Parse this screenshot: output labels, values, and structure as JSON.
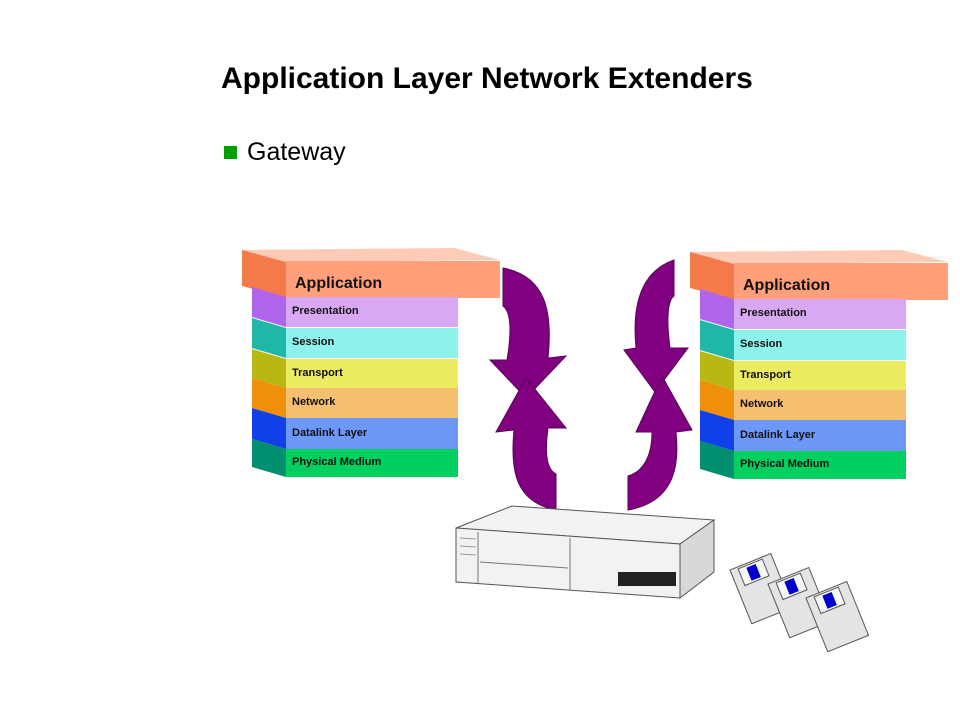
{
  "slide": {
    "title": "Application Layer Network Extenders",
    "bullet": "Gateway"
  },
  "stacks": [
    {
      "layers": [
        {
          "name": "Application",
          "color": "#ffa07a",
          "side": "#f47a4a"
        },
        {
          "name": "Presentation",
          "color": "#d9a8f4",
          "side": "#b066ec"
        },
        {
          "name": "Session",
          "color": "#8ef2ec",
          "side": "#1fb8a8"
        },
        {
          "name": "Transport",
          "color": "#ecec60",
          "side": "#b8b814"
        },
        {
          "name": "Network",
          "color": "#f6c070",
          "side": "#f0900a"
        },
        {
          "name": "Datalink Layer",
          "color": "#6e98f8",
          "side": "#1040e8"
        },
        {
          "name": "Physical Medium",
          "color": "#00d060",
          "side": "#009070"
        }
      ]
    },
    {
      "layers": [
        {
          "name": "Application",
          "color": "#ffa07a",
          "side": "#f47a4a"
        },
        {
          "name": "Presentation",
          "color": "#d9a8f4",
          "side": "#b066ec"
        },
        {
          "name": "Session",
          "color": "#8ef2ec",
          "side": "#1fb8a8"
        },
        {
          "name": "Transport",
          "color": "#ecec60",
          "side": "#b8b814"
        },
        {
          "name": "Network",
          "color": "#f6c070",
          "side": "#f0900a"
        },
        {
          "name": "Datalink Layer",
          "color": "#6e98f8",
          "side": "#1040e8"
        },
        {
          "name": "Physical Medium",
          "color": "#00d060",
          "side": "#009070"
        }
      ]
    }
  ],
  "colors": {
    "arrow": "#800080",
    "bullet": "#00a000",
    "device": "#f2f2f2",
    "disk": "#e4e4e4",
    "disk_label": "#0000cc"
  },
  "icons": [
    "gateway-device-icon",
    "floppy-disk-icon"
  ]
}
